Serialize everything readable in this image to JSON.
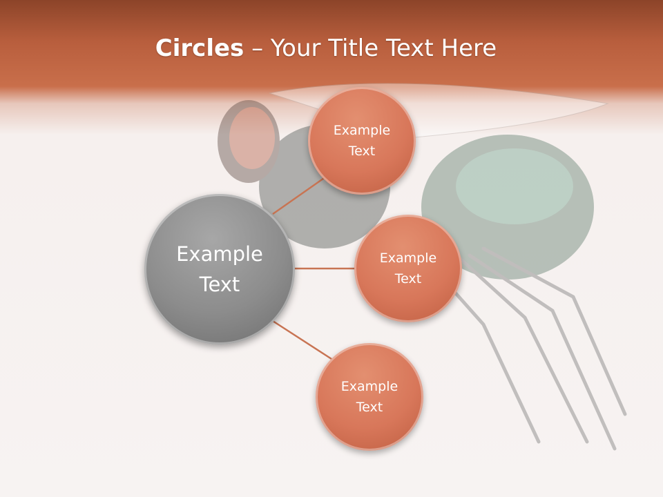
{
  "title": {
    "bold": "Circles",
    "separator": " – ",
    "rest": "Your Title Text Here"
  },
  "center": {
    "line1": "Example",
    "line2": "Text"
  },
  "nodes": [
    {
      "line1": "Example",
      "line2": "Text"
    },
    {
      "line1": "Example",
      "line2": "Text"
    },
    {
      "line1": "Example",
      "line2": "Text"
    }
  ],
  "colors": {
    "header": "#c26a47",
    "node": "#d97a5c",
    "center": "#8e8e8e",
    "connector": "#c87453"
  }
}
